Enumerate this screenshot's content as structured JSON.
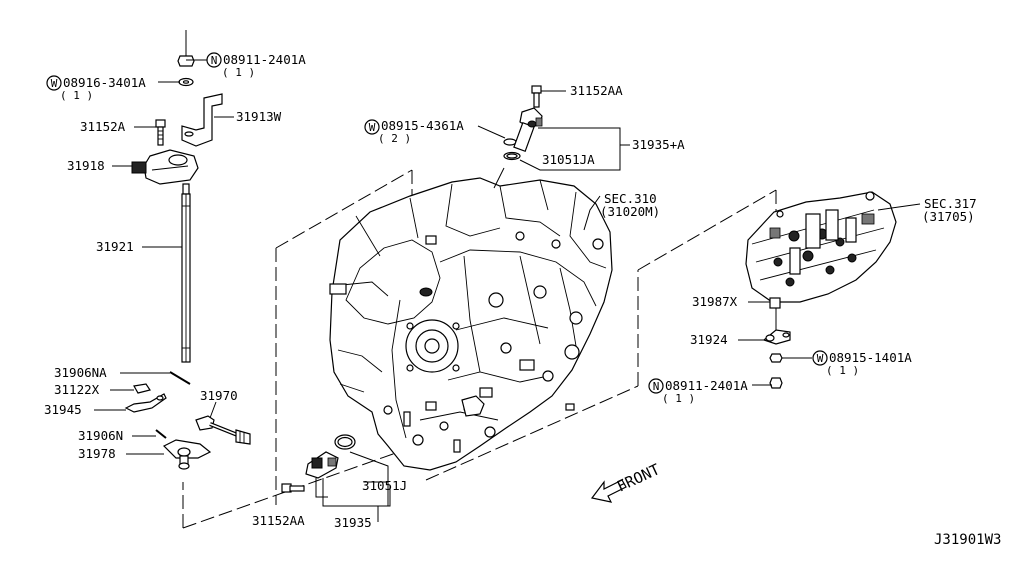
{
  "diagram": {
    "labels": {
      "p08911_2401A_top": "08911-2401A",
      "p08911_2401A_top_qty": "( 1 )",
      "p08916_3401A": "08916-3401A",
      "p08916_3401A_qty": "( 1 )",
      "p31152A": "31152A",
      "p31913W": "31913W",
      "p31918": "31918",
      "p31921": "31921",
      "p31906NA": "31906NA",
      "p31122X": "31122X",
      "p31945": "31945",
      "p31970": "31970",
      "p31906N": "31906N",
      "p31978": "31978",
      "p31152AA_bottom": "31152AA",
      "p31935": "31935",
      "p31051J": "31051J",
      "p08915_4361A": "08915-4361A",
      "p08915_4361A_qty": "( 2 )",
      "p31152AA_top": "31152AA",
      "p31051JA": "31051JA",
      "p31935A": "31935+A",
      "sec310": "SEC.310",
      "sec310_sub": "(31020M)",
      "sec317": "SEC.317",
      "sec317_sub": "(31705)",
      "p31987X": "31987X",
      "p31924": "31924",
      "p08915_1401A": "08915-1401A",
      "p08915_1401A_qty": "( 1 )",
      "p08911_2401A_right": "08911-2401A",
      "p08911_2401A_right_qty": "( 1 )",
      "front": "FRONT",
      "diagram_code": "J31901W3"
    },
    "circled": {
      "N": "N",
      "W": "W"
    }
  }
}
